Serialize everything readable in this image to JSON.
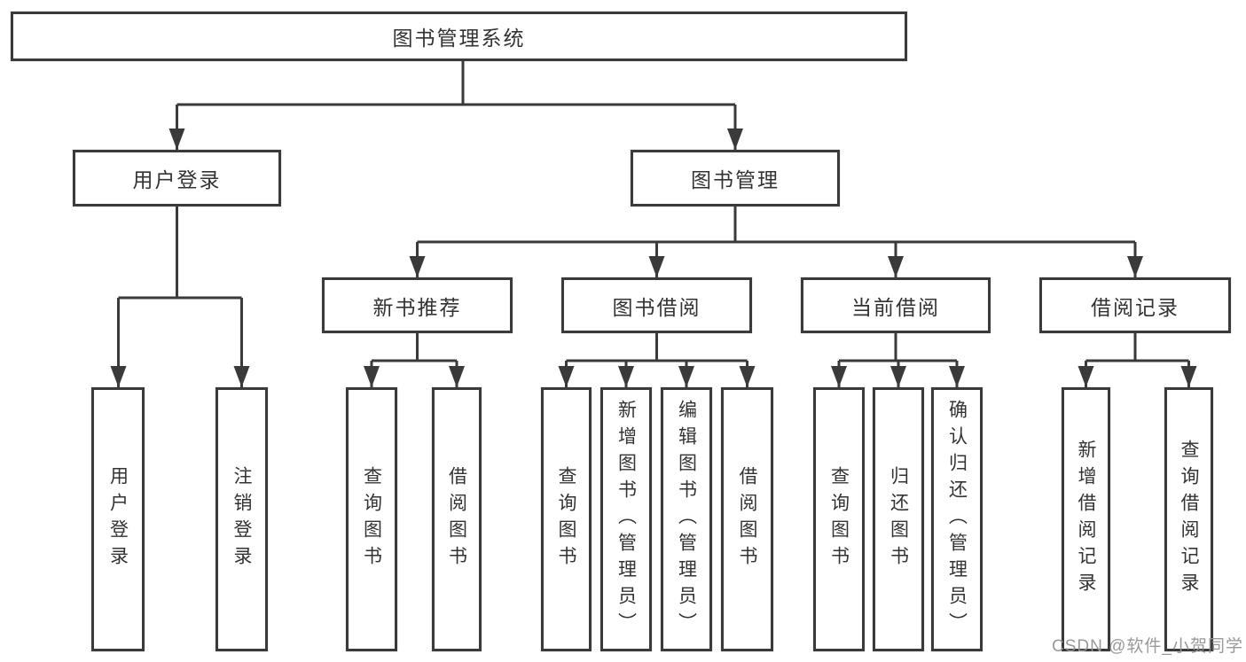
{
  "diagram": {
    "type": "hierarchy-tree",
    "title": "图书管理系统"
  },
  "tree": {
    "root": {
      "label": "图书管理系统"
    },
    "branches": [
      {
        "label": "用户登录",
        "children": [
          {
            "label": "用户登录"
          },
          {
            "label": "注销登录"
          }
        ]
      },
      {
        "label": "图书管理",
        "sections": [
          {
            "label": "新书推荐",
            "children": [
              {
                "label": "查询图书"
              },
              {
                "label": "借阅图书"
              }
            ]
          },
          {
            "label": "图书借阅",
            "children": [
              {
                "label": "查询图书"
              },
              {
                "label": "新增图书（管理员）"
              },
              {
                "label": "编辑图书（管理员）"
              },
              {
                "label": "借阅图书"
              }
            ]
          },
          {
            "label": "当前借阅",
            "children": [
              {
                "label": "查询图书"
              },
              {
                "label": "归还图书"
              },
              {
                "label": "确认归还（管理员）"
              }
            ]
          },
          {
            "label": "借阅记录",
            "children": [
              {
                "label": "新增借阅记录"
              },
              {
                "label": "查询借阅记录"
              }
            ]
          }
        ]
      }
    ]
  },
  "watermark": {
    "text": "CSDN @软件_小贺同学"
  },
  "colors": {
    "background": "#ffffff",
    "line": "#3a3a3a",
    "box_border": "#3a3a3a",
    "text": "#333333",
    "watermark": "#949494"
  }
}
